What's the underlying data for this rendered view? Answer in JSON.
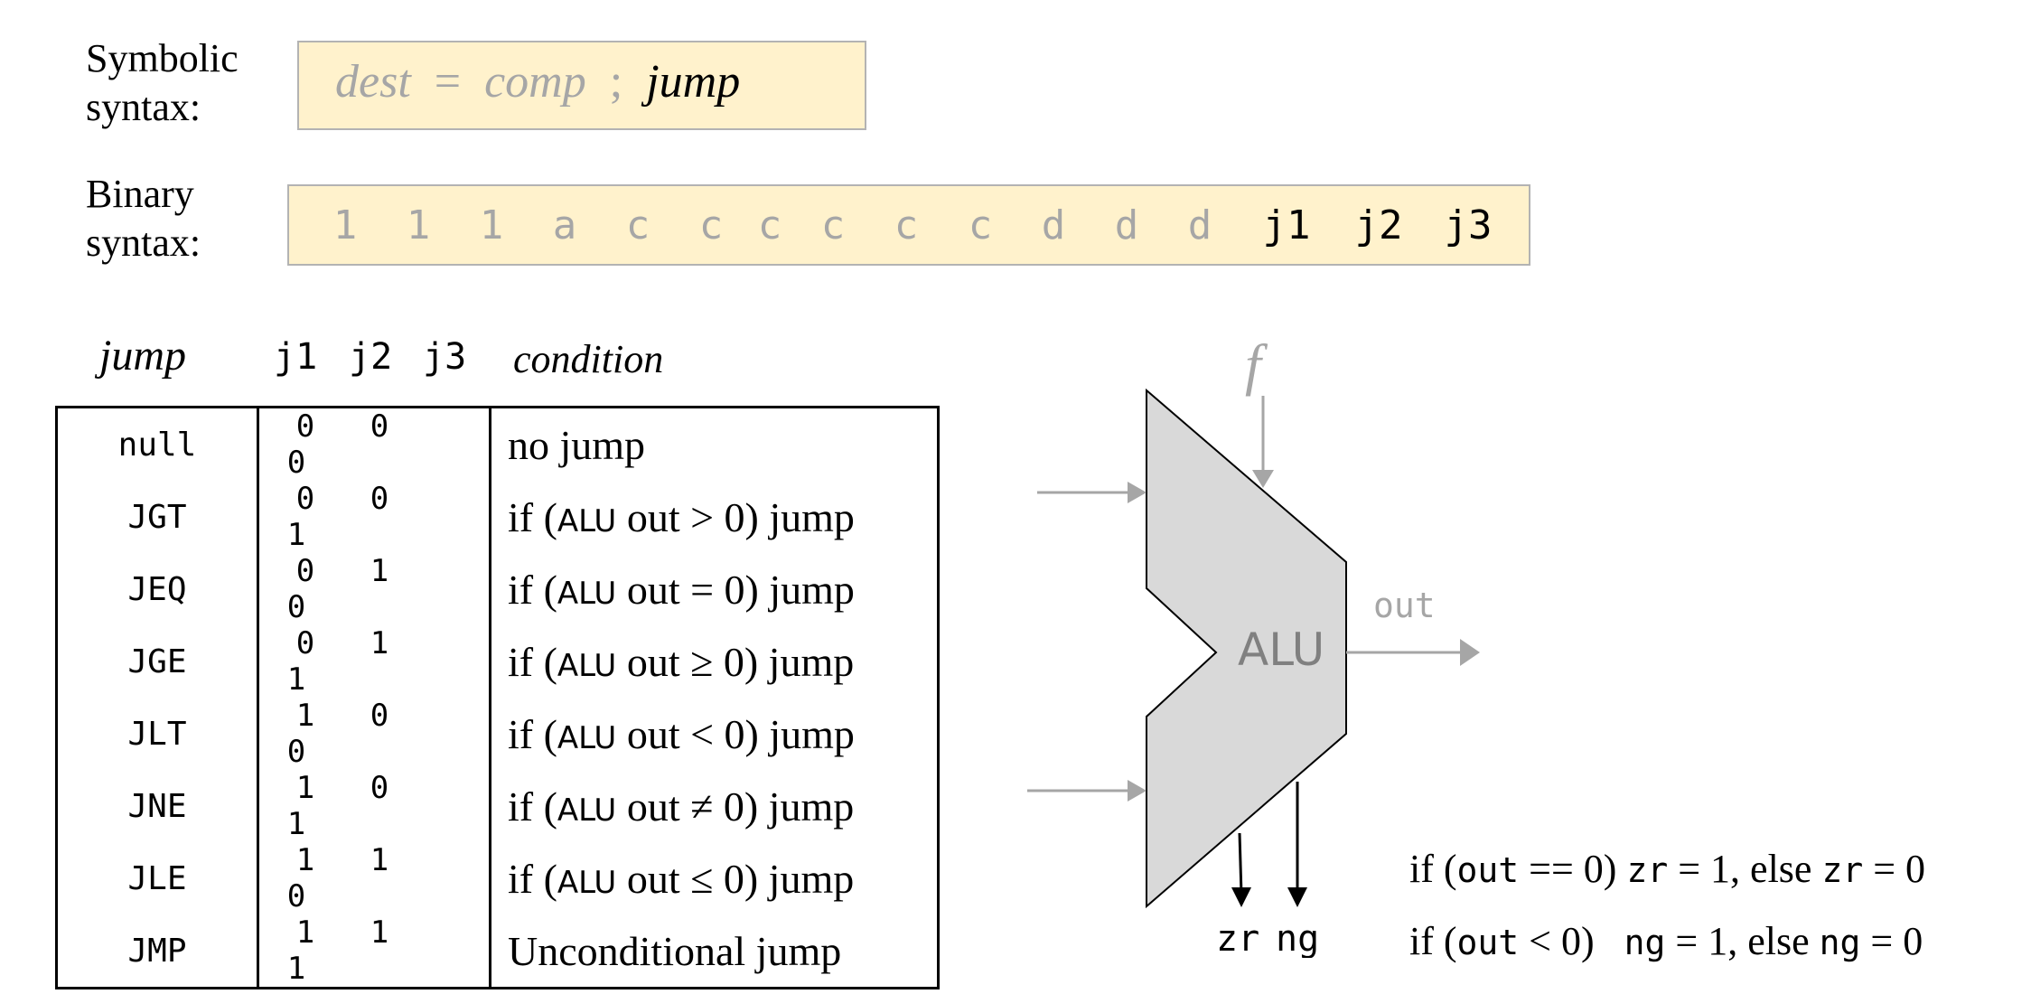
{
  "symbolic": {
    "label_line1": "Symbolic",
    "label_line2": "syntax:",
    "dest": "dest",
    "eq": "=",
    "comp": "comp",
    "semi": ";",
    "jump": "jump"
  },
  "binary": {
    "label_line1": "Binary",
    "label_line2": "syntax:",
    "bits": [
      "1",
      "1",
      "1",
      "a",
      "c",
      "c",
      "c",
      "c",
      "c",
      "c",
      "d",
      "d",
      "d",
      "j1",
      "j2",
      "j3"
    ]
  },
  "table": {
    "headers": {
      "jump": "jump",
      "j1": "j1",
      "j2": "j2",
      "j3": "j3",
      "condition": "condition"
    },
    "rows": [
      {
        "jump": "null",
        "j1": "0",
        "j2": "0",
        "j3": "0",
        "pre": "no jump",
        "alu": "",
        "post": ""
      },
      {
        "jump": "JGT",
        "j1": "0",
        "j2": "0",
        "j3": "1",
        "pre": "if (",
        "alu": "ALU",
        "post": " out > 0) jump"
      },
      {
        "jump": "JEQ",
        "j1": "0",
        "j2": "1",
        "j3": "0",
        "pre": "if (",
        "alu": "ALU",
        "post": " out = 0) jump"
      },
      {
        "jump": "JGE",
        "j1": "0",
        "j2": "1",
        "j3": "1",
        "pre": "if (",
        "alu": "ALU",
        "post": " out ≥ 0) jump"
      },
      {
        "jump": "JLT",
        "j1": "1",
        "j2": "0",
        "j3": "0",
        "pre": "if (",
        "alu": "ALU",
        "post": " out < 0) jump"
      },
      {
        "jump": "JNE",
        "j1": "1",
        "j2": "0",
        "j3": "1",
        "pre": "if (",
        "alu": "ALU",
        "post": " out ≠ 0) jump"
      },
      {
        "jump": "JLE",
        "j1": "1",
        "j2": "1",
        "j3": "0",
        "pre": "if (",
        "alu": "ALU",
        "post": " out ≤ 0) jump"
      },
      {
        "jump": "JMP",
        "j1": "1",
        "j2": "1",
        "j3": "1",
        "pre": "Unconditional jump",
        "alu": "",
        "post": ""
      }
    ]
  },
  "alu": {
    "label": "ALU",
    "f_label": "f",
    "out_label": "out",
    "zr_label": "zr",
    "ng_label": "ng",
    "fill_color": "#d9d9d9",
    "arrow_gray": "#a6a6a6"
  },
  "rules": {
    "zr": {
      "t1": "if (",
      "m1": "out",
      "t2": " == 0) ",
      "m2": "zr",
      "t3": " = 1, else ",
      "m3": "zr",
      "t4": " = 0"
    },
    "ng": {
      "t1": "if (",
      "m1": "out",
      "t2": " < 0)   ",
      "m2": "ng",
      "t3": " = 1, else ",
      "m3": "ng",
      "t4": " = 0"
    }
  }
}
